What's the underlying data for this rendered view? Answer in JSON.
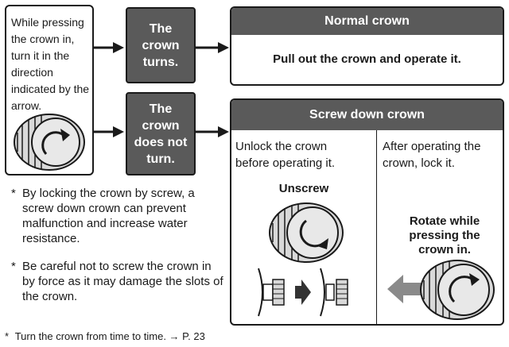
{
  "instruction": "While pressing the crown in, turn it in the direction indicated by the arrow.",
  "flow": {
    "turns_label": "The crown turns.",
    "not_turn_label": "The crown does not turn."
  },
  "normal": {
    "title": "Normal crown",
    "text": "Pull out the crown and operate it."
  },
  "screw": {
    "title": "Screw down crown",
    "left_text": "Unlock the crown before operating it.",
    "unscrew_label": "Unscrew",
    "right_text": "After operating the crown, lock it.",
    "rotate_label": "Rotate while pressing the crown in."
  },
  "notes": [
    {
      "star": "*",
      "text": "By locking the crown by screw, a screw down crown can prevent malfunction and increase water resistance."
    },
    {
      "star": "*",
      "text": "Be careful not to screw the crown in by force as it may damage the slots of the crown."
    }
  ],
  "footer": {
    "star": "*",
    "text": "Turn the crown from time to time. → P. 23"
  },
  "icons": [
    "crown-knob-icon",
    "rotate-arrow-icon",
    "right-arrow-icon",
    "left-arrow-icon"
  ]
}
